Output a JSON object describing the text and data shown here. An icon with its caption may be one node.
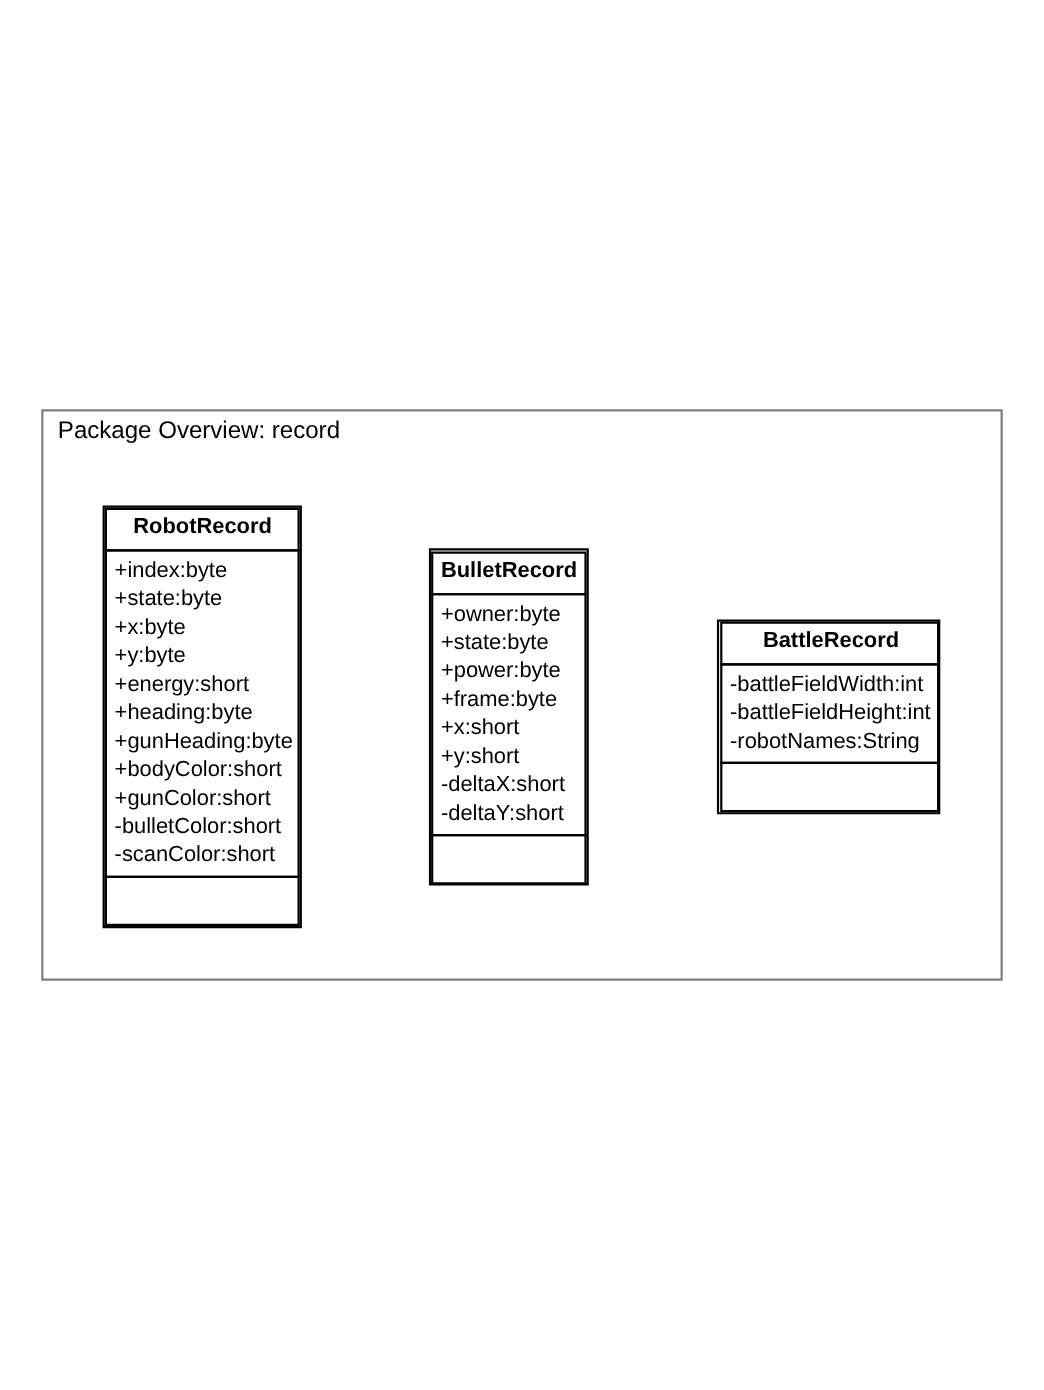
{
  "diagram": {
    "nodes": [
      {
        "text": [
          "Package Overview: record"
        ]
      },
      {
        "text": [
          "BattleRecord",
          "-battleFieldWidth:int",
          "-battleFieldHeight:int",
          "-robotNames:String"
        ],
        "in": 0
      },
      {
        "text": [
          "BulletRecord",
          "+owner:byte",
          "+state:byte",
          "+power:byte",
          "+frame:byte",
          "+x:short",
          "+y:short",
          "-deltaX:short",
          "-deltaY:short"
        ],
        "in": 0
      },
      {
        "text": [
          "RobotRecord",
          "+index:byte",
          "+state:byte",
          "+x:byte",
          "+y:byte",
          "+energy:short",
          "+heading:byte",
          "+gunHeading:byte",
          "+bodyColor:short",
          "+gunColor:short",
          "-bulletColor:short",
          "-scanColor:short"
        ],
        "in": 0
      }
    ],
    "edges": []
  }
}
